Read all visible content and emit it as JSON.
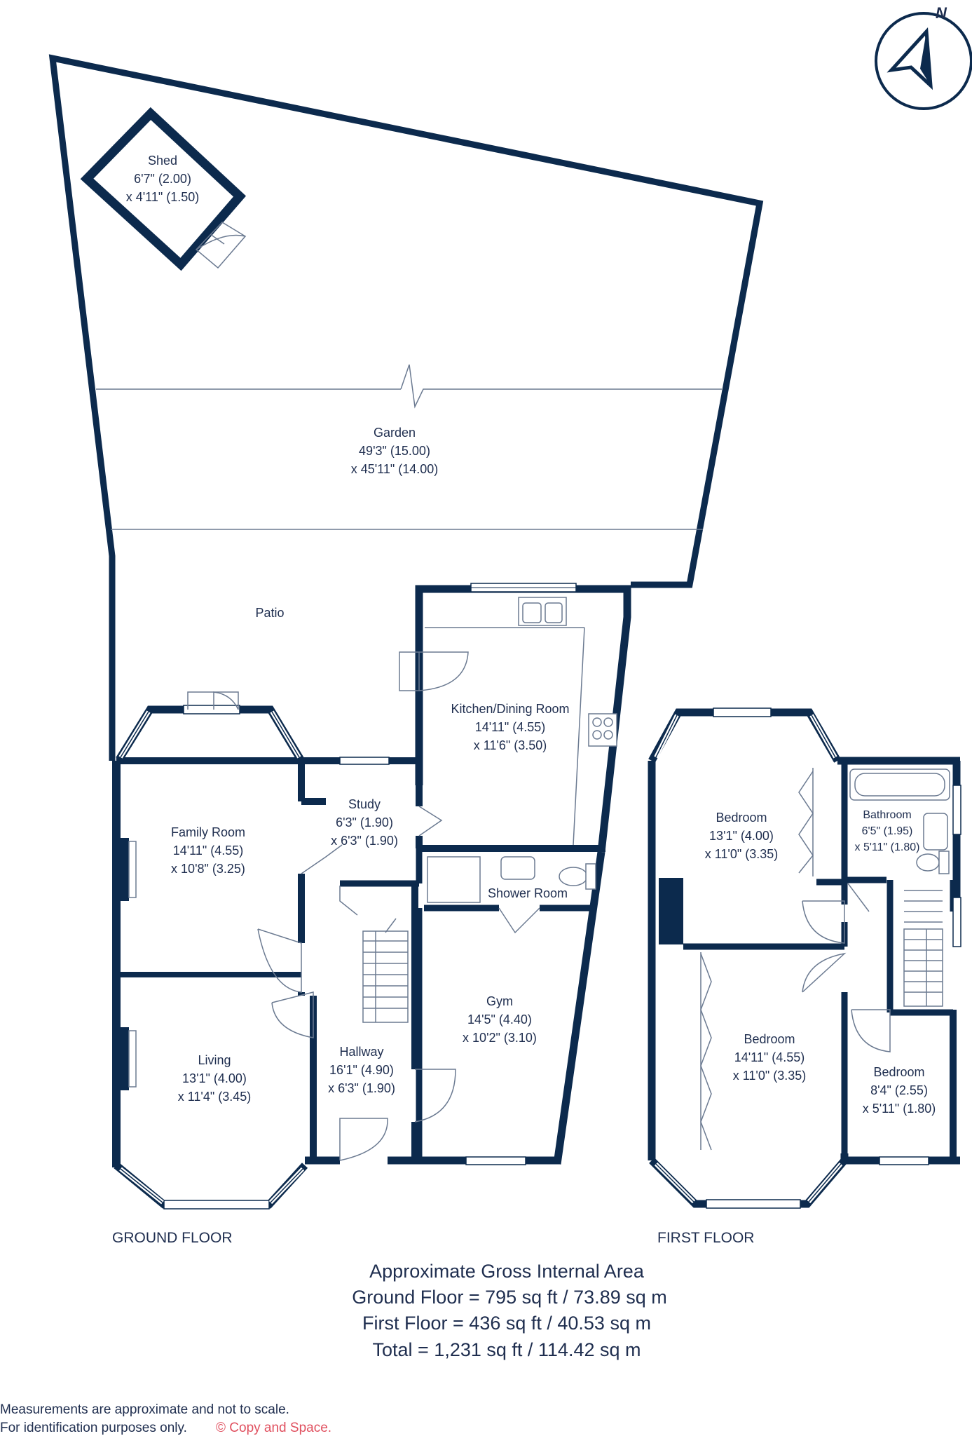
{
  "colors": {
    "wall": "#0c2a4d",
    "text": "#1f2e4f",
    "line": "#6b7a91",
    "copyright": "#e0505f",
    "background": "#ffffff"
  },
  "compass": {
    "label": "N",
    "icon": "north-arrow-icon"
  },
  "rooms": {
    "shed": {
      "name": "Shed",
      "dim1": "6'7\" (2.00)",
      "dim2": "x 4'11\" (1.50)"
    },
    "garden": {
      "name": "Garden",
      "dim1": "49'3\" (15.00)",
      "dim2": "x 45'11\" (14.00)"
    },
    "patio": {
      "name": "Patio"
    },
    "kitchen": {
      "name": "Kitchen/Dining Room",
      "dim1": "14'11\" (4.55)",
      "dim2": "x 11'6\" (3.50)"
    },
    "family": {
      "name": "Family Room",
      "dim1": "14'11\" (4.55)",
      "dim2": "x 10'8\" (3.25)"
    },
    "study": {
      "name": "Study",
      "dim1": "6'3\" (1.90)",
      "dim2": "x 6'3\" (1.90)"
    },
    "shower": {
      "name": "Shower Room"
    },
    "gym": {
      "name": "Gym",
      "dim1": "14'5\" (4.40)",
      "dim2": "x 10'2\" (3.10)"
    },
    "hallway": {
      "name": "Hallway",
      "dim1": "16'1\" (4.90)",
      "dim2": "x 6'3\" (1.90)"
    },
    "living": {
      "name": "Living",
      "dim1": "13'1\" (4.00)",
      "dim2": "x 11'4\" (3.45)"
    },
    "bed1": {
      "name": "Bedroom",
      "dim1": "13'1\" (4.00)",
      "dim2": "x 11'0\" (3.35)"
    },
    "bathroom": {
      "name": "Bathroom",
      "dim1": "6'5\" (1.95)",
      "dim2": "x 5'11\" (1.80)"
    },
    "bed2": {
      "name": "Bedroom",
      "dim1": "14'11\" (4.55)",
      "dim2": "x 11'0\" (3.35)"
    },
    "bed3": {
      "name": "Bedroom",
      "dim1": "8'4\" (2.55)",
      "dim2": "x 5'11\" (1.80)"
    }
  },
  "floors": {
    "ground": "GROUND FLOOR",
    "first": "FIRST FLOOR"
  },
  "area": {
    "title": "Approximate Gross Internal Area",
    "ground": "Ground Floor = 795 sq ft / 73.89 sq m",
    "first": "First Floor = 436 sq ft / 40.53 sq m",
    "total": "Total = 1,231 sq ft / 114.42 sq m"
  },
  "footer": {
    "line1": "Measurements are approximate and not to scale.",
    "line2": "For identification purposes only.",
    "copyright": "© Copy and Space."
  }
}
